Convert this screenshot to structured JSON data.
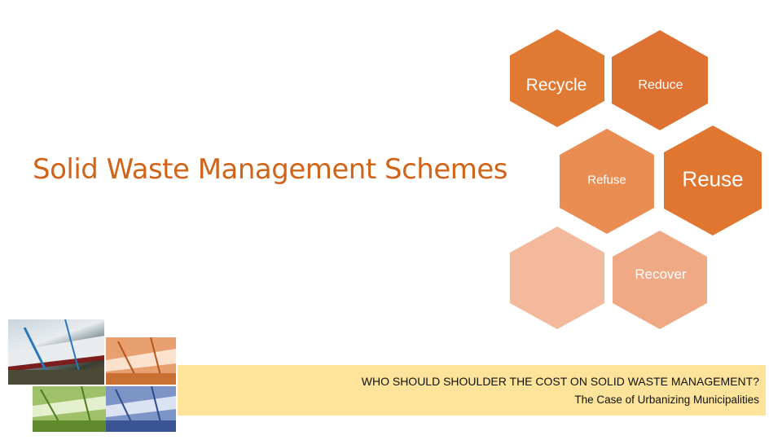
{
  "title": "Solid Waste Management Schemes",
  "hexagons": [
    {
      "label": "Recycle",
      "color": "#e07a33"
    },
    {
      "label": "Reduce",
      "color": "#dd7232"
    },
    {
      "label": "Refuse",
      "color": "#e98d53"
    },
    {
      "label": "Reuse",
      "color": "#e0762f"
    },
    {
      "label": "",
      "color": "#f2b99c"
    },
    {
      "label": "Recover",
      "color": "#efa985"
    }
  ],
  "banner": {
    "line1": "WHO SHOULD SHOULDER THE COST ON SOLID WASTE MANAGEMENT?",
    "line2": "The Case of Urbanizing Municipalities",
    "color": "#fde49a"
  },
  "colors": {
    "accent": "#d0651a"
  }
}
